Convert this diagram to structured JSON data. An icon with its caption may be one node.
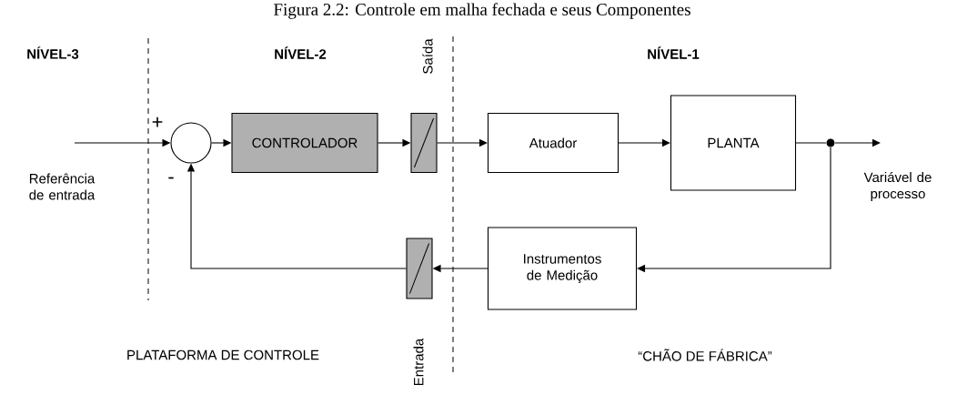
{
  "diagram": {
    "title": "Figura 2.2: Controle em malha fechada e seus Componentes",
    "nodes": [
      {
        "text": [],
        "shape": "circle",
        "beside": [
          "+",
          "-"
        ]
      },
      {
        "text": [
          "CONTROLADOR"
        ]
      },
      {
        "text": [],
        "shape": "box",
        "beside": [
          "Saída"
        ]
      },
      {
        "text": [
          "Atuador"
        ]
      },
      {
        "text": [
          "PLANTA"
        ]
      },
      {
        "text": [],
        "shape": "circle"
      },
      {
        "text": [
          "Instrumentos de Medição"
        ]
      },
      {
        "text": [],
        "shape": "box",
        "beside": [
          "Entrada"
        ]
      }
    ],
    "edges": [
      {
        "from": null,
        "to": 0,
        "arrow": "to"
      },
      {
        "from": 0,
        "to": 1,
        "arrow": "to"
      },
      {
        "from": 1,
        "to": 2,
        "arrow": "to"
      },
      {
        "from": 2,
        "to": 3,
        "arrow": "to"
      },
      {
        "from": 3,
        "to": 4,
        "arrow": "to"
      },
      {
        "from": 4,
        "to": 5,
        "arrow": "none"
      },
      {
        "from": 5,
        "to": null,
        "arrow": "to"
      },
      {
        "from": 5,
        "to": 6,
        "arrow": "to"
      },
      {
        "from": 6,
        "to": 7,
        "arrow": "to"
      },
      {
        "from": 7,
        "to": 0,
        "arrow": "to"
      }
    ],
    "labels": [
      "NÍVEL-3",
      "NÍVEL-2",
      "NÍVEL-1",
      "Referência de entrada",
      "Variável de processo",
      "PLATAFORMA DE CONTROLE",
      "“CHÃO DE FÁBRICA”"
    ]
  }
}
